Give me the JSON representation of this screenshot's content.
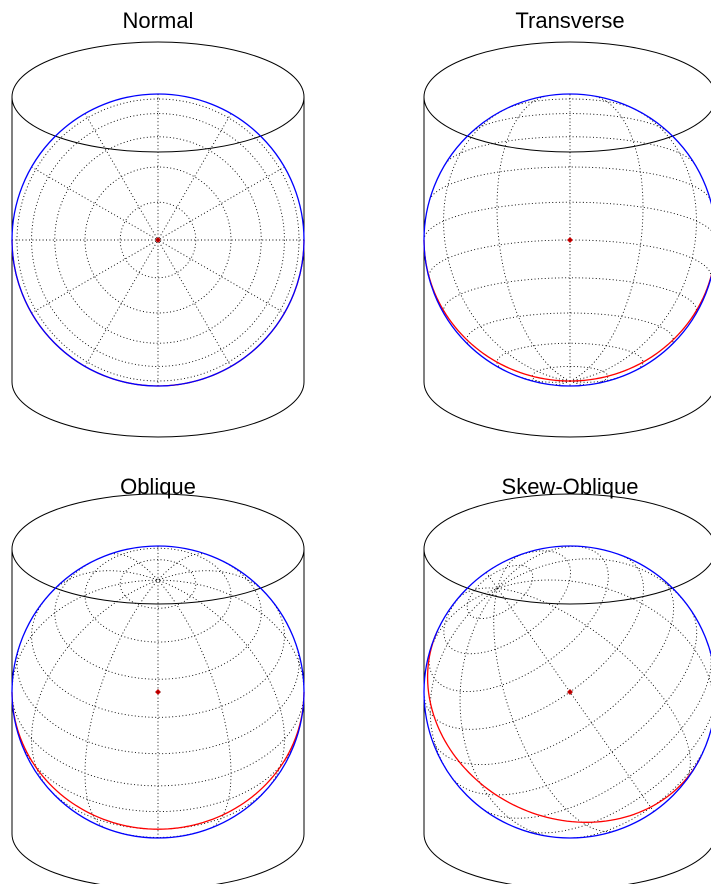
{
  "figure": {
    "panels": [
      {
        "id": "normal",
        "title": "Normal",
        "lat0": 90,
        "lon0": 0,
        "tilt": 0,
        "tangent_kind": "equator"
      },
      {
        "id": "transverse",
        "title": "Transverse",
        "lat0": -15,
        "lon0": 0,
        "tilt": 0,
        "tangent_kind": "great-circle-polar"
      },
      {
        "id": "oblique",
        "title": "Oblique",
        "lat0": 40,
        "lon0": 0,
        "tilt": 0,
        "tangent_kind": "great-circle-oblique"
      },
      {
        "id": "skew-oblique",
        "title": "Skew-Oblique",
        "lat0": 30,
        "lon0": 0,
        "tilt": 35,
        "tangent_kind": "great-circle-skew"
      }
    ],
    "colors": {
      "cylinder": "#000000",
      "graticule": "#000000",
      "globe_outline": "#0000ff",
      "tangent_line": "#ff0000",
      "center_point": "#ff0000"
    }
  }
}
